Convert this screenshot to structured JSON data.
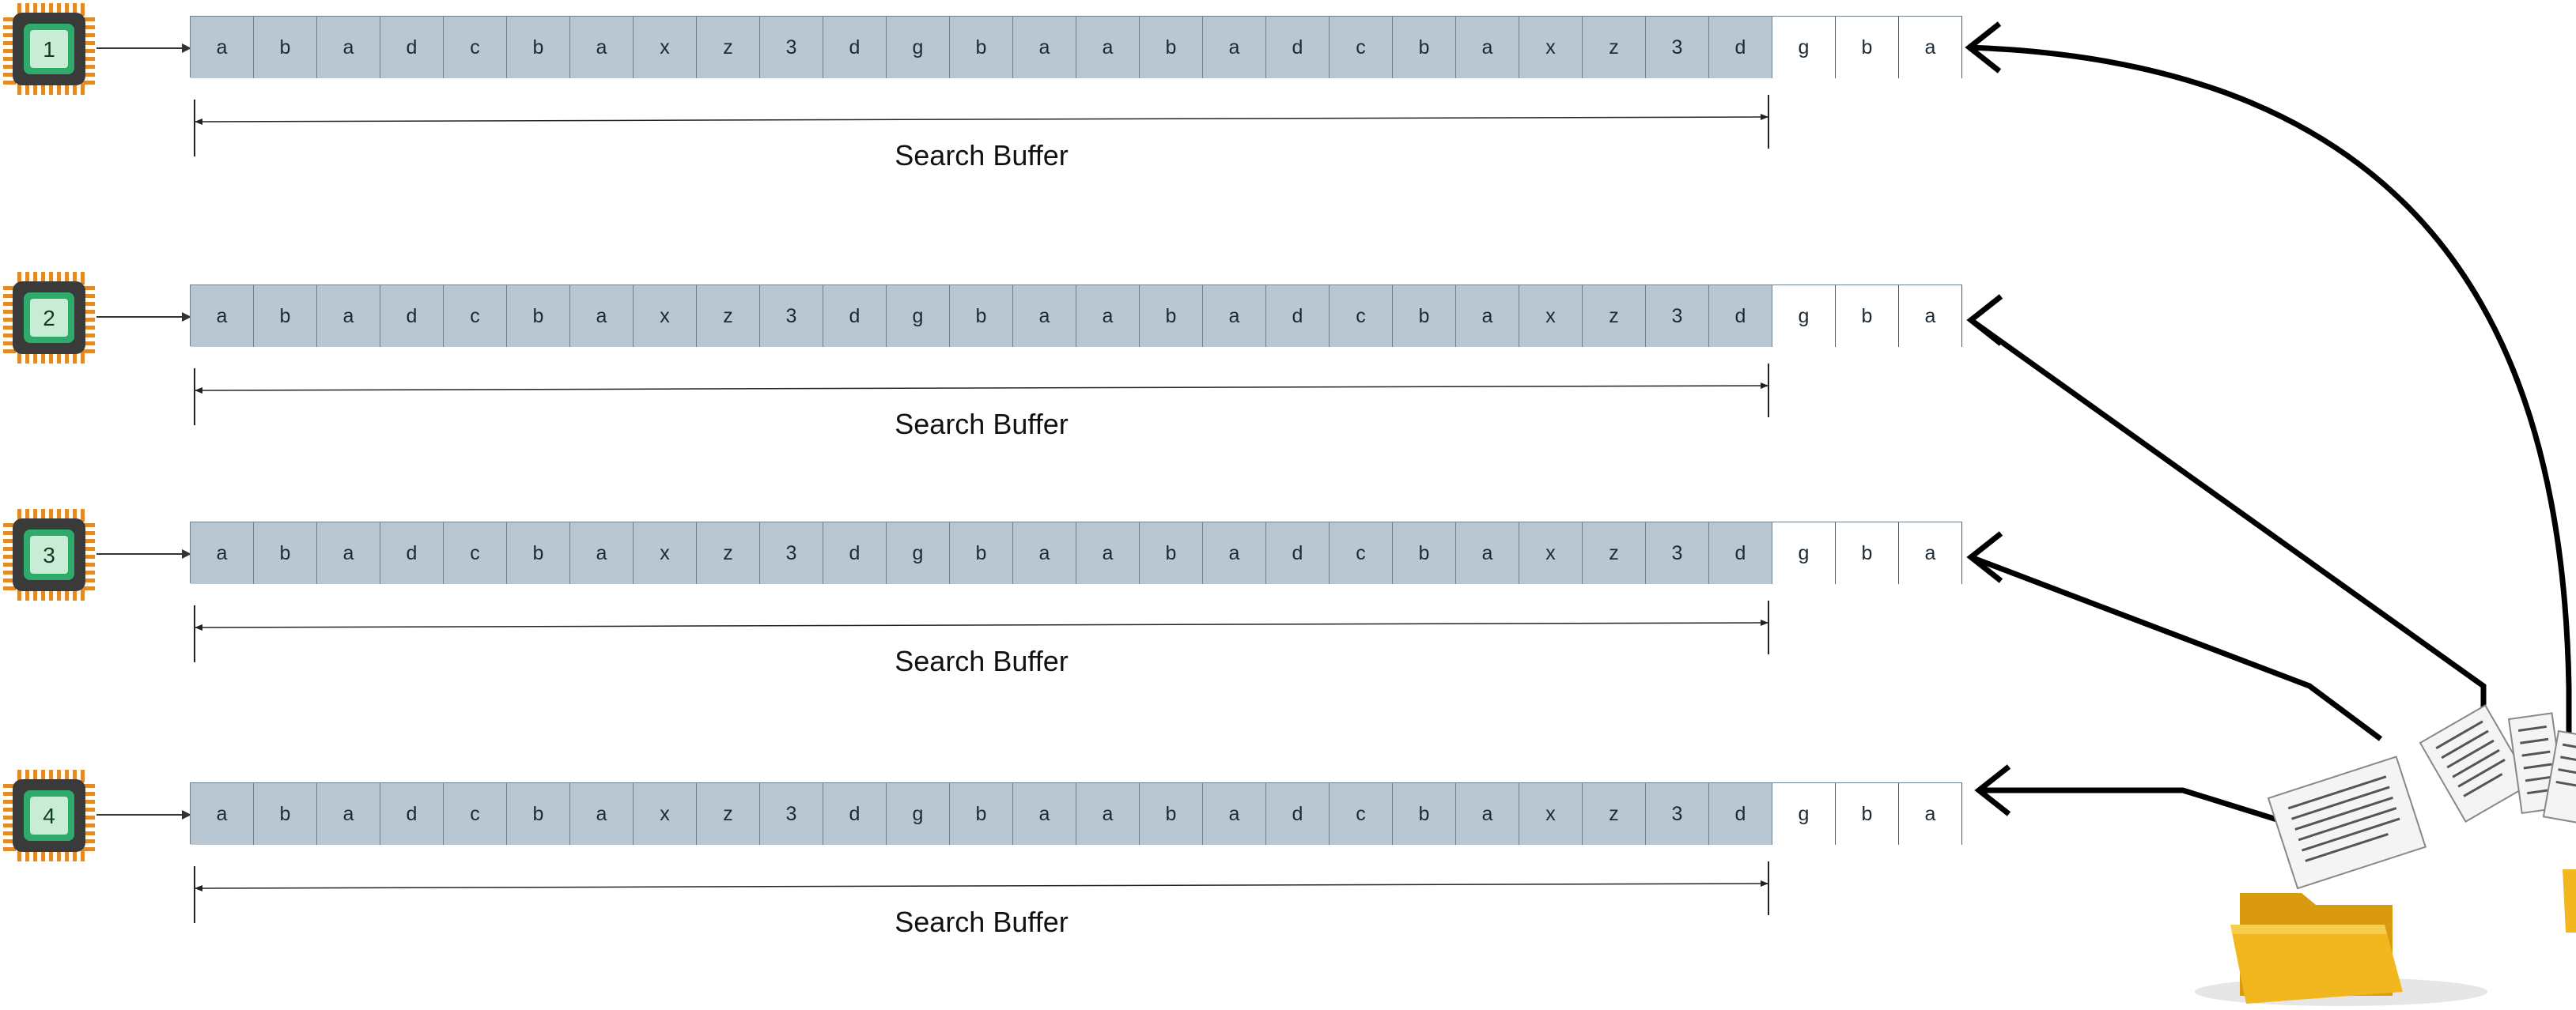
{
  "rows": [
    {
      "chip_label": "1",
      "search_cells": [
        "a",
        "b",
        "a",
        "d",
        "c",
        "b",
        "a",
        "x",
        "z",
        "3",
        "d",
        "g",
        "b",
        "a",
        "a",
        "b",
        "a",
        "d",
        "c",
        "b",
        "a",
        "x",
        "z",
        "3",
        "d"
      ],
      "lookahead_cells": [
        "g",
        "b",
        "a"
      ],
      "search_label": "Search Buffer"
    },
    {
      "chip_label": "2",
      "search_cells": [
        "a",
        "b",
        "a",
        "d",
        "c",
        "b",
        "a",
        "x",
        "z",
        "3",
        "d",
        "g",
        "b",
        "a",
        "a",
        "b",
        "a",
        "d",
        "c",
        "b",
        "a",
        "x",
        "z",
        "3",
        "d"
      ],
      "lookahead_cells": [
        "g",
        "b",
        "a"
      ],
      "search_label": "Search Buffer"
    },
    {
      "chip_label": "3",
      "search_cells": [
        "a",
        "b",
        "a",
        "d",
        "c",
        "b",
        "a",
        "x",
        "z",
        "3",
        "d",
        "g",
        "b",
        "a",
        "a",
        "b",
        "a",
        "d",
        "c",
        "b",
        "a",
        "x",
        "z",
        "3",
        "d"
      ],
      "lookahead_cells": [
        "g",
        "b",
        "a"
      ],
      "search_label": "Search Buffer"
    },
    {
      "chip_label": "4",
      "search_cells": [
        "a",
        "b",
        "a",
        "d",
        "c",
        "b",
        "a",
        "x",
        "z",
        "3",
        "d",
        "g",
        "b",
        "a",
        "a",
        "b",
        "a",
        "d",
        "c",
        "b",
        "a",
        "x",
        "z",
        "3",
        "d"
      ],
      "lookahead_cells": [
        "g",
        "b",
        "a"
      ],
      "search_label": "Search Buffer"
    }
  ],
  "colors": {
    "search_cell": "#b9c7d2",
    "lookahead_cell": "#ffffff",
    "chip_body": "#3a3a3a",
    "chip_pins": "#e08a2a",
    "chip_core": "#2eaa6b",
    "chip_center": "#c9ecd6",
    "arrow": "#000000",
    "folder": "#f2b71e"
  },
  "icons": {
    "processor": "cpu-chip-icon",
    "source": "folder-with-flying-documents-icon"
  }
}
